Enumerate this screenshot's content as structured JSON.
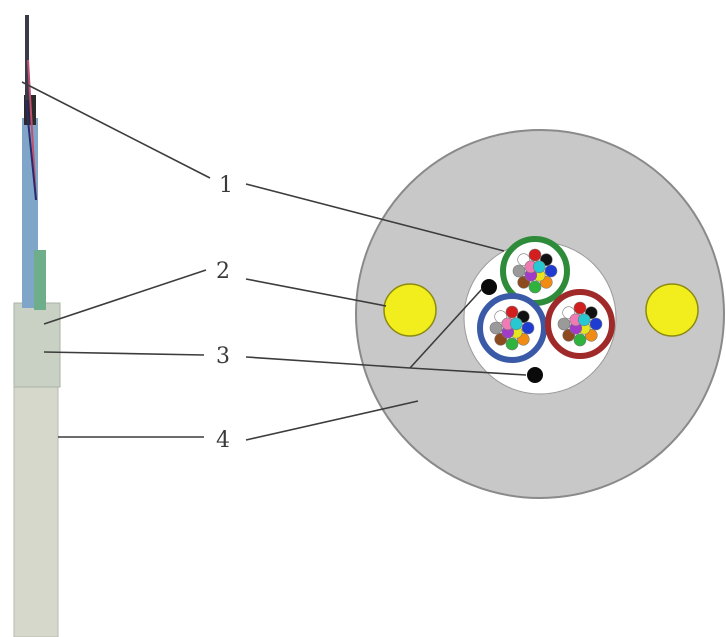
{
  "labels": [
    "1",
    "2",
    "3",
    "4"
  ],
  "colors": {
    "jacket": "#c8c8c8",
    "jacket_edge": "#8a8a8a",
    "core": "#ffffff",
    "strength_member": "#f2ee1e",
    "filler": "#0a0a0a",
    "tube_green": "#2e8b3a",
    "tube_blue": "#3a5aa8",
    "tube_red": "#a02a2a",
    "leader": "#3c3c3c"
  },
  "fiber_colors": [
    "#1e3cd2",
    "#f08c14",
    "#2eb43c",
    "#8c4a1e",
    "#9a9a9a",
    "#ffffff",
    "#d21e1e",
    "#111111",
    "#e6e61e",
    "#a03cc8",
    "#f07ab4",
    "#28c8d2"
  ]
}
